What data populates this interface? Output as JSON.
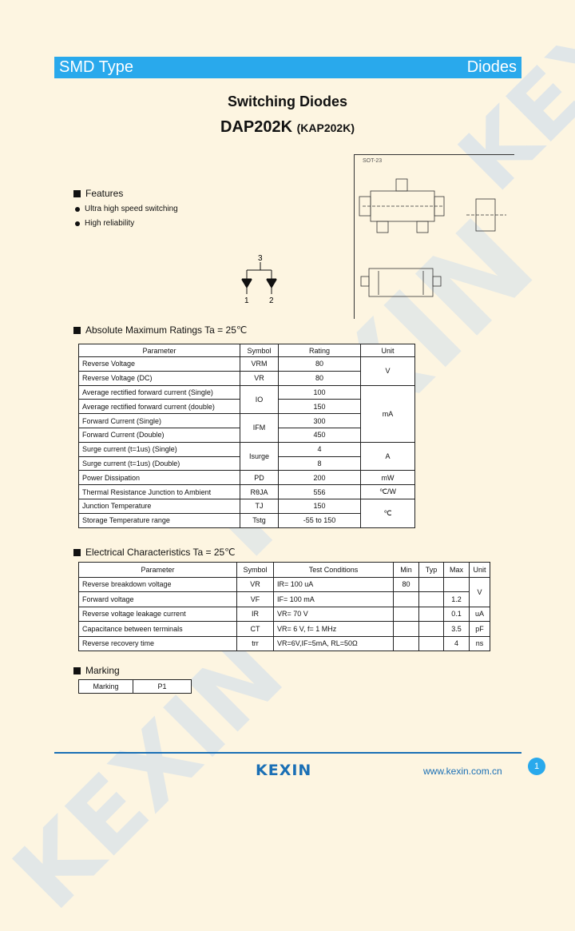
{
  "watermark": "KEXIN",
  "header": {
    "left": "SMD Type",
    "right": "Diodes"
  },
  "title": "Switching Diodes",
  "part": {
    "main": "DAP202K",
    "alt": "(KAP202K)"
  },
  "package": {
    "label": "SOT-23"
  },
  "features": {
    "heading": "Features",
    "items": [
      "Ultra high speed switching",
      "High reliability"
    ]
  },
  "circuit": {
    "pin3": "3",
    "pin1": "1",
    "pin2": "2"
  },
  "amr": {
    "heading": "Absolute Maximum Ratings Ta = 25℃",
    "cols": [
      "Parameter",
      "Symbol",
      "Rating",
      "Unit"
    ],
    "rows": [
      [
        "Reverse  Voltage",
        "VRM",
        "80"
      ],
      [
        "Reverse  Voltage (DC)",
        "VR",
        "80"
      ],
      [
        "Average rectified forward current (Single)",
        "IO",
        "100"
      ],
      [
        "Average rectified forward current (double)",
        "",
        "150"
      ],
      [
        "Forward  Current   (Single)",
        "IFM",
        "300"
      ],
      [
        "Forward  Current   (Double)",
        "",
        "450"
      ],
      [
        "Surge current (t=1us) (Single)",
        "Isurge",
        "4"
      ],
      [
        "Surge current (t=1us) (Double)",
        "",
        "8"
      ],
      [
        "Power Dissipation",
        "PD",
        "200"
      ],
      [
        "Thermal Resistance Junction to Ambient",
        "RθJA",
        "556"
      ],
      [
        "Junction Temperature",
        "TJ",
        "150"
      ],
      [
        "Storage Temperature range",
        "Tstg",
        "-55 to 150"
      ]
    ],
    "units": [
      "V",
      "mA",
      "A",
      "mW",
      "℃/W",
      "℃"
    ]
  },
  "ec": {
    "heading": "Electrical Characteristics Ta = 25℃",
    "cols": [
      "Parameter",
      "Symbol",
      "Test Conditions",
      "Min",
      "Typ",
      "Max",
      "Unit"
    ],
    "rows": [
      [
        "Reverse breakdown voltage",
        "VR",
        "IR= 100 uA",
        "80",
        "",
        ""
      ],
      [
        "Forward voltage",
        "VF",
        "IF= 100 mA",
        "",
        "",
        "1.2"
      ],
      [
        "Reverse voltage leakage current",
        "IR",
        "VR= 70 V",
        "",
        "",
        "0.1"
      ],
      [
        "Capacitance between terminals",
        "CT",
        "VR= 6 V, f= 1 MHz",
        "",
        "",
        "3.5"
      ],
      [
        "Reverse recovery time",
        "trr",
        "VR=6V,IF=5mA, RL=50Ω",
        "",
        "",
        "4"
      ]
    ],
    "units": [
      "V",
      "uA",
      "pF",
      "ns"
    ]
  },
  "marking": {
    "heading": "Marking",
    "label": "Marking",
    "value": "P1"
  },
  "footer": {
    "logo": "KEXIN",
    "url": "www.kexin.com.cn",
    "page": "1"
  }
}
